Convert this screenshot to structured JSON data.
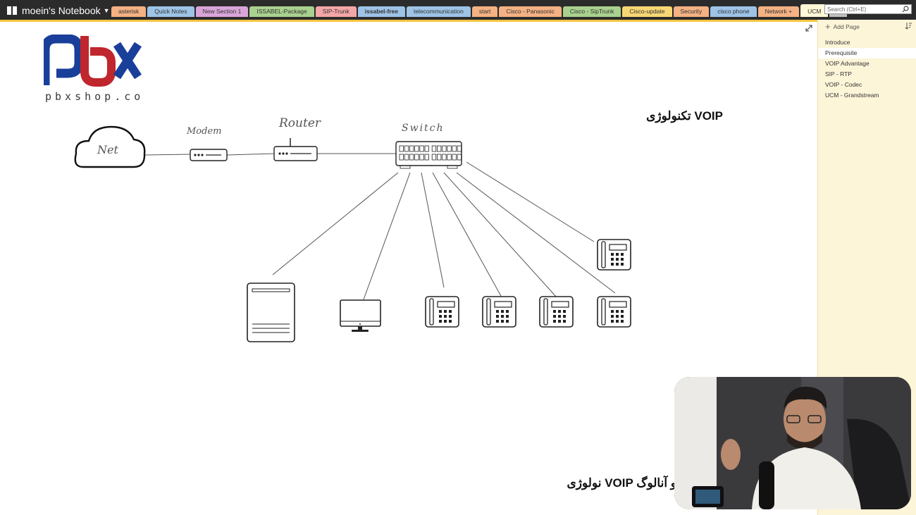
{
  "notebook": {
    "title": "moein's Notebook"
  },
  "tabs": [
    {
      "label": "asterisk",
      "color": "#f4b183"
    },
    {
      "label": "Quick Notes",
      "color": "#9dc3e6"
    },
    {
      "label": "New Section 1",
      "color": "#d9a5d9"
    },
    {
      "label": "ISSABEL-Package",
      "color": "#a9d18e"
    },
    {
      "label": "SIP-Trunk",
      "color": "#f4a6a6"
    },
    {
      "label": "issabel-free",
      "color": "#9dc3e6"
    },
    {
      "label": "telecommunication",
      "color": "#9dc3e6"
    },
    {
      "label": "start",
      "color": "#f4b183"
    },
    {
      "label": "Cisco - Panasonic",
      "color": "#f4b183"
    },
    {
      "label": "Cisco - SipTrunk",
      "color": "#a9d18e"
    },
    {
      "label": "Cisco-update",
      "color": "#f7d774"
    },
    {
      "label": "Security",
      "color": "#f4b183"
    },
    {
      "label": "cisco phone",
      "color": "#9dc3e6"
    },
    {
      "label": "Network +",
      "color": "#f4b183"
    },
    {
      "label": "UCM",
      "color": "#fff7d6"
    },
    {
      "label": "+",
      "color": "#bfbfbf"
    }
  ],
  "search": {
    "placeholder": "Search (Ctrl+E)"
  },
  "pages": {
    "add_label": "Add Page",
    "items": [
      "Introduce",
      "Prerequisite",
      "VOIP Advantage",
      "SIP - RTP",
      "VOIP - Codec",
      "UCM - Grandstream"
    ]
  },
  "logo": {
    "text": "pbxshop.co",
    "letters": "pbx"
  },
  "headings": {
    "voip": "تکنولوژی VOIP",
    "voip_analog": "نولوژی VOIP و آنالوگ"
  },
  "diagram": {
    "cloud_label": "Net",
    "modem_label": "Modem",
    "router_label": "Router",
    "switch_label": "Switch"
  },
  "colors": {
    "accent": "#f5c542",
    "logo_blue": "#1a3f9a",
    "logo_red": "#c0262d"
  }
}
